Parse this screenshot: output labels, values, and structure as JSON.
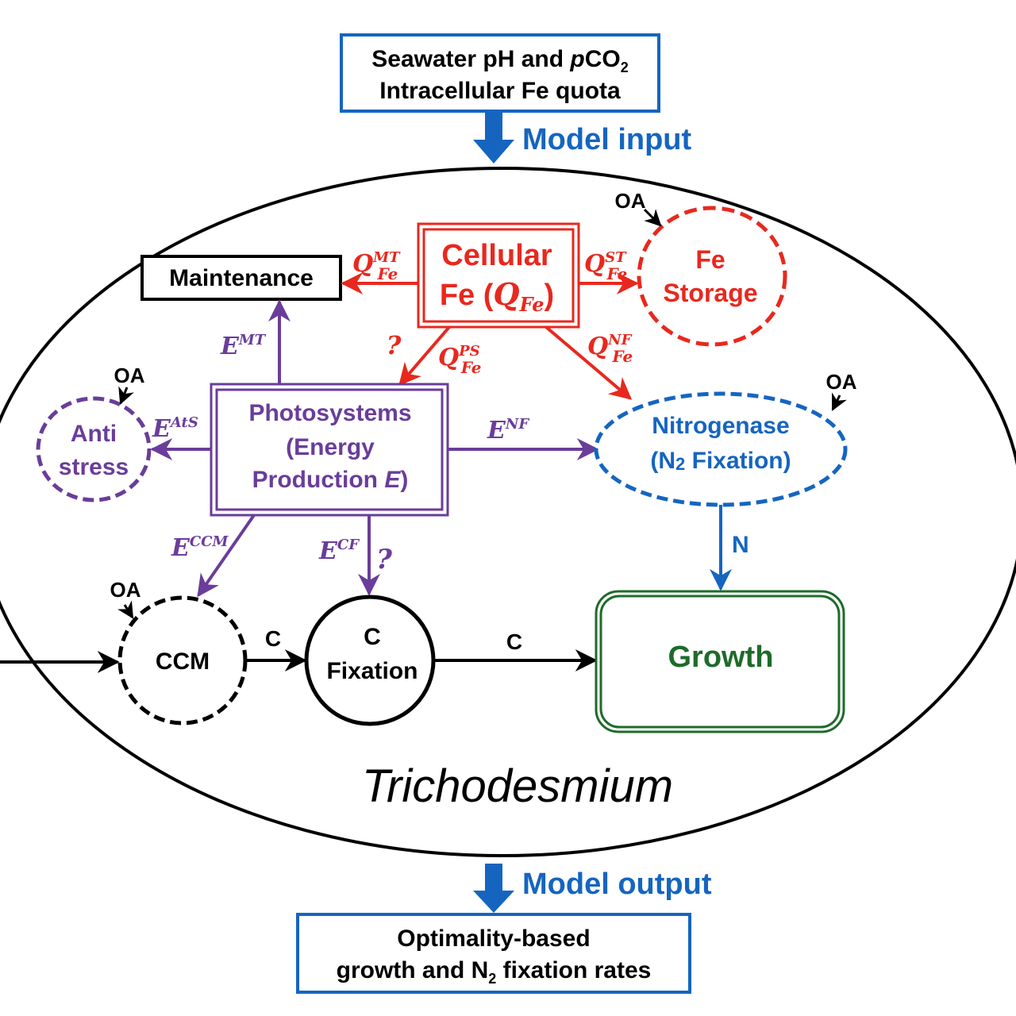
{
  "colors": {
    "black": "#000000",
    "blue": "#1565c0",
    "red": "#e8281e",
    "purple": "#6a3d9a",
    "green": "#1e6b2a"
  },
  "input_box": {
    "line1_prefix": "Seawater pH and ",
    "line1_italic": "p",
    "line1_suffix": "CO",
    "line1_sub": "2",
    "line2": "Intracellular Fe quota"
  },
  "model_input_label": "Model input",
  "model_output_label": "Model output",
  "output_box": {
    "line1": "Optimality-based",
    "line2_prefix": "growth and N",
    "line2_sub": "2",
    "line2_suffix": " fixation rates"
  },
  "organism_label": "Trichodesmium",
  "nodes": {
    "cellular_fe": {
      "line1": "Cellular",
      "line2_prefix": "Fe (",
      "line2_sym": "Q",
      "line2_sub": "Fe",
      "line2_suffix": ")"
    },
    "fe_storage": {
      "line1": "Fe",
      "line2": "Storage"
    },
    "maintenance": {
      "label": "Maintenance"
    },
    "photosystems": {
      "line1": "Photosystems",
      "line2": "(Energy",
      "line3_prefix": "Production ",
      "line3_italic": "E",
      "line3_suffix": ")"
    },
    "anti_stress": {
      "line1": "Anti",
      "line2": "stress"
    },
    "nitrogenase": {
      "line1": "Nitrogenase",
      "line2_prefix": "(N",
      "line2_sub": "2",
      "line2_suffix": " Fixation)"
    },
    "ccm": {
      "label": "CCM"
    },
    "c_fixation": {
      "line1": "C",
      "line2": "Fixation"
    },
    "growth": {
      "label": "Growth"
    }
  },
  "flows": {
    "q_mt": {
      "base": "Q",
      "sup": "MT",
      "sub": "Fe"
    },
    "q_st": {
      "base": "Q",
      "sup": "ST",
      "sub": "Fe"
    },
    "q_ps": {
      "base": "Q",
      "sup": "PS",
      "sub": "Fe"
    },
    "q_nf": {
      "base": "Q",
      "sup": "NF",
      "sub": "Fe"
    },
    "e_mt": {
      "base": "E",
      "sup": "MT"
    },
    "e_ats": {
      "base": "E",
      "sup": "AtS"
    },
    "e_nf": {
      "base": "E",
      "sup": "NF"
    },
    "e_ccm": {
      "base": "E",
      "sup": "CCM"
    },
    "e_cf": {
      "base": "E",
      "sup": "CF"
    },
    "c_ccm_to_cf": "C",
    "c_cf_to_growth": "C",
    "n_to_growth": "N",
    "question_fe_ps": "?",
    "question_e_cf": "?"
  },
  "oa_labels": {
    "fe_storage": "OA",
    "anti_stress": "OA",
    "nitrogenase": "OA",
    "ccm": "OA"
  }
}
